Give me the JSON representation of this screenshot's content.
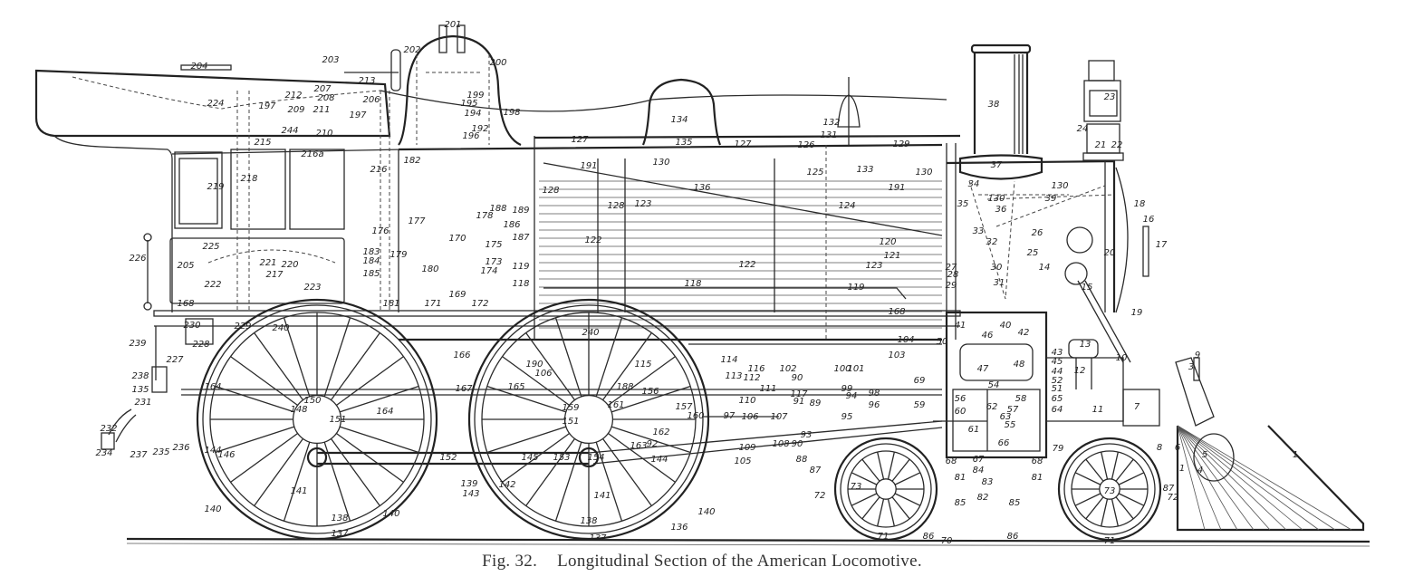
{
  "caption": {
    "figure_number": "Fig. 32.",
    "title": "Longitudinal Section of the American Locomotive."
  },
  "part_labels": [
    "204",
    "203",
    "202",
    "201",
    "200",
    "224",
    "212",
    "207",
    "208",
    "213",
    "206",
    "197",
    "209",
    "211",
    "244",
    "210",
    "215",
    "216a",
    "198",
    "199",
    "195",
    "194",
    "196",
    "192",
    "197",
    "182",
    "216",
    "219",
    "218",
    "177",
    "178",
    "188",
    "189",
    "186",
    "187",
    "176",
    "170",
    "175",
    "179",
    "183",
    "184",
    "185",
    "173",
    "174",
    "180",
    "169",
    "171",
    "172",
    "181",
    "119",
    "118",
    "118",
    "119",
    "168",
    "168",
    "205",
    "225",
    "221",
    "220",
    "217",
    "222",
    "223",
    "226",
    "38",
    "37",
    "23",
    "24",
    "21",
    "22",
    "129",
    "130",
    "130",
    "130",
    "34",
    "35",
    "36",
    "39",
    "18",
    "16",
    "17",
    "33",
    "32",
    "26",
    "25",
    "20",
    "14",
    "15",
    "30",
    "31",
    "27",
    "28",
    "29",
    "120",
    "121",
    "123",
    "124",
    "125",
    "126",
    "127",
    "127",
    "128",
    "128",
    "123",
    "133",
    "131",
    "132",
    "134",
    "135",
    "136",
    "130",
    "191",
    "191",
    "122",
    "122",
    "239",
    "230",
    "228",
    "227",
    "238",
    "135",
    "231",
    "232",
    "234",
    "237",
    "235",
    "236",
    "240",
    "240",
    "229",
    "164",
    "150",
    "148",
    "151",
    "164",
    "144",
    "146",
    "140",
    "138",
    "137",
    "140",
    "152",
    "143",
    "139",
    "145",
    "142",
    "141",
    "141",
    "138",
    "137",
    "190",
    "106",
    "165",
    "159",
    "151",
    "188",
    "156",
    "115",
    "161",
    "157",
    "160",
    "162",
    "163",
    "92",
    "153",
    "154",
    "144",
    "140",
    "136",
    "166",
    "167",
    "104",
    "103",
    "102",
    "114",
    "116",
    "113",
    "112",
    "90",
    "100",
    "101",
    "99",
    "98",
    "94",
    "96",
    "95",
    "110",
    "111",
    "117",
    "91",
    "89",
    "97",
    "106",
    "107",
    "109",
    "108",
    "90",
    "93",
    "105",
    "88",
    "87",
    "72",
    "73",
    "71",
    "86",
    "70",
    "86",
    "71",
    "73",
    "72",
    "87",
    "69",
    "59",
    "50",
    "41",
    "40",
    "42",
    "13",
    "43",
    "45",
    "44",
    "52",
    "51",
    "65",
    "64",
    "12",
    "11",
    "7",
    "10",
    "9",
    "3",
    "8",
    "6",
    "5",
    "4",
    "1",
    "1",
    "79",
    "81",
    "81",
    "83",
    "82",
    "85",
    "85",
    "84",
    "67",
    "68",
    "68",
    "66",
    "60",
    "61",
    "62",
    "63",
    "55",
    "57",
    "56",
    "58",
    "54",
    "47",
    "48",
    "46",
    "19"
  ]
}
